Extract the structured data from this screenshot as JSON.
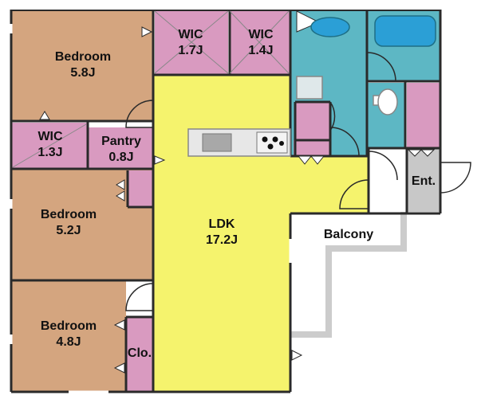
{
  "rooms": {
    "bedroom1": {
      "name": "Bedroom",
      "size": "5.8J"
    },
    "bedroom2": {
      "name": "Bedroom",
      "size": "5.2J"
    },
    "bedroom3": {
      "name": "Bedroom",
      "size": "4.8J"
    },
    "wic1": {
      "name": "WIC",
      "size": "1.7J"
    },
    "wic2": {
      "name": "WIC",
      "size": "1.4J"
    },
    "wic3": {
      "name": "WIC",
      "size": "1.3J"
    },
    "pantry": {
      "name": "Pantry",
      "size": "0.8J"
    },
    "ldk": {
      "name": "LDK",
      "size": "17.2J"
    },
    "closet": {
      "name": "Clo."
    },
    "entrance": {
      "name": "Ent."
    },
    "balcony": {
      "name": "Balcony"
    }
  },
  "colors": {
    "bedroom": "#d4a57f",
    "closet": "#d99ac0",
    "ldk": "#f5f36d",
    "wet": "#5db7c4",
    "entrance": "#c8c8c8",
    "wall": "#2a2a2a",
    "balcony_rail": "#cccccc"
  }
}
